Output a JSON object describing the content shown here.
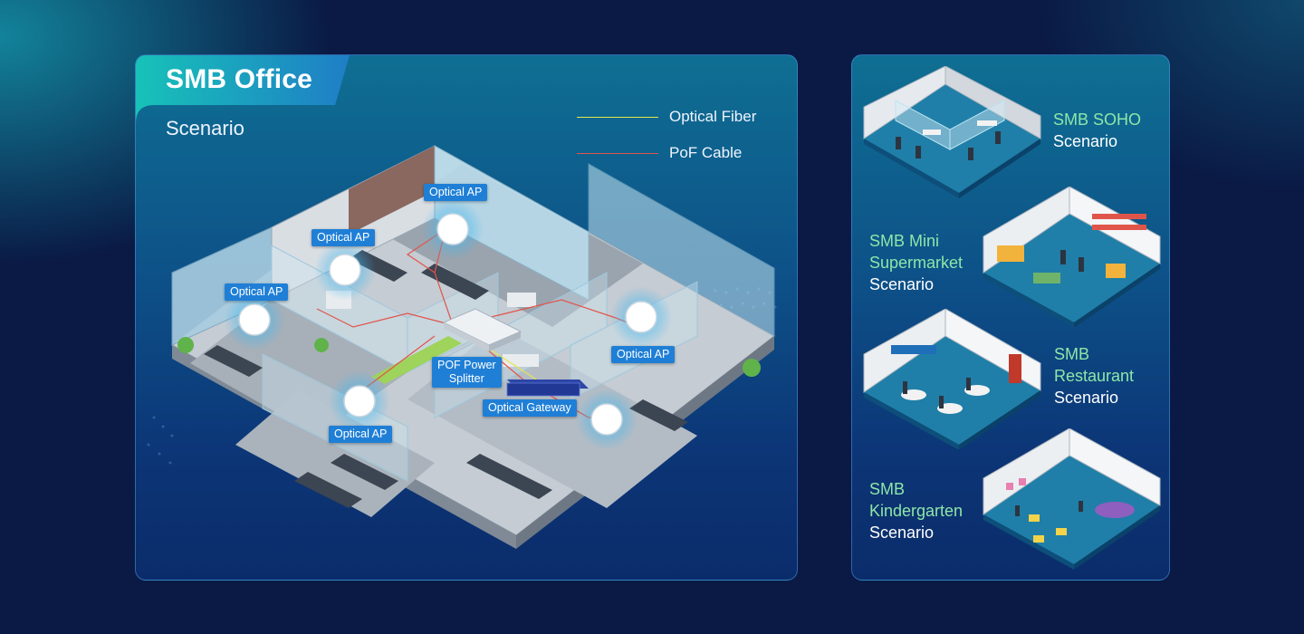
{
  "main": {
    "title": "SMB Office",
    "subtitle": "Scenario",
    "legend": [
      {
        "label": "Optical Fiber",
        "color": "#e7e64a"
      },
      {
        "label": "PoF Cable",
        "color": "#e0554a"
      }
    ],
    "tags": {
      "ap1": "Optical AP",
      "ap2": "Optical AP",
      "ap3": "Optical AP",
      "ap4": "Optical AP",
      "ap5": "Optical AP",
      "splitter_line1": "POF Power",
      "splitter_line2": "Splitter",
      "gateway": "Optical Gateway"
    }
  },
  "scenarios": [
    {
      "name_lines": [
        "SMB SOHO"
      ],
      "word": "Scenario"
    },
    {
      "name_lines": [
        "SMB Mini",
        "Supermarket"
      ],
      "word": "Scenario"
    },
    {
      "name_lines": [
        "SMB",
        "Restaurant"
      ],
      "word": "Scenario"
    },
    {
      "name_lines": [
        "SMB",
        "Kindergarten"
      ],
      "word": "Scenario"
    }
  ]
}
